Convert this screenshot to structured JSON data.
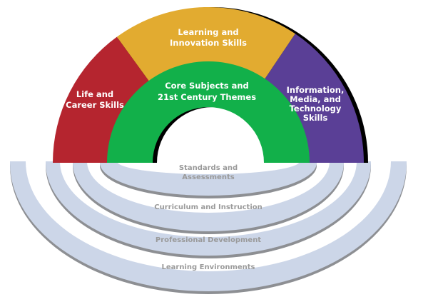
{
  "colors": {
    "life_career": "#b5252f",
    "learning_innovation": "#e2ab30",
    "core": "#12b04a",
    "information": "#5a3f96",
    "platform": "#ccd6e8",
    "platform_shadow": "#8d8f93",
    "platform_text": "#9a9a9a"
  },
  "rainbow": {
    "life_career": [
      "Life and",
      "Career Skills"
    ],
    "learning_innovation": [
      "Learning and",
      "Innovation Skills"
    ],
    "information": [
      "Information,",
      "Media, and",
      "Technology",
      "Skills"
    ],
    "core": [
      "Core Subjects and",
      "21st Century Themes"
    ]
  },
  "platforms": {
    "standards": [
      "Standards and",
      "Assessments"
    ],
    "curriculum": "Curriculum and Instruction",
    "professional": "Professional Development",
    "environments": "Learning Environments"
  }
}
